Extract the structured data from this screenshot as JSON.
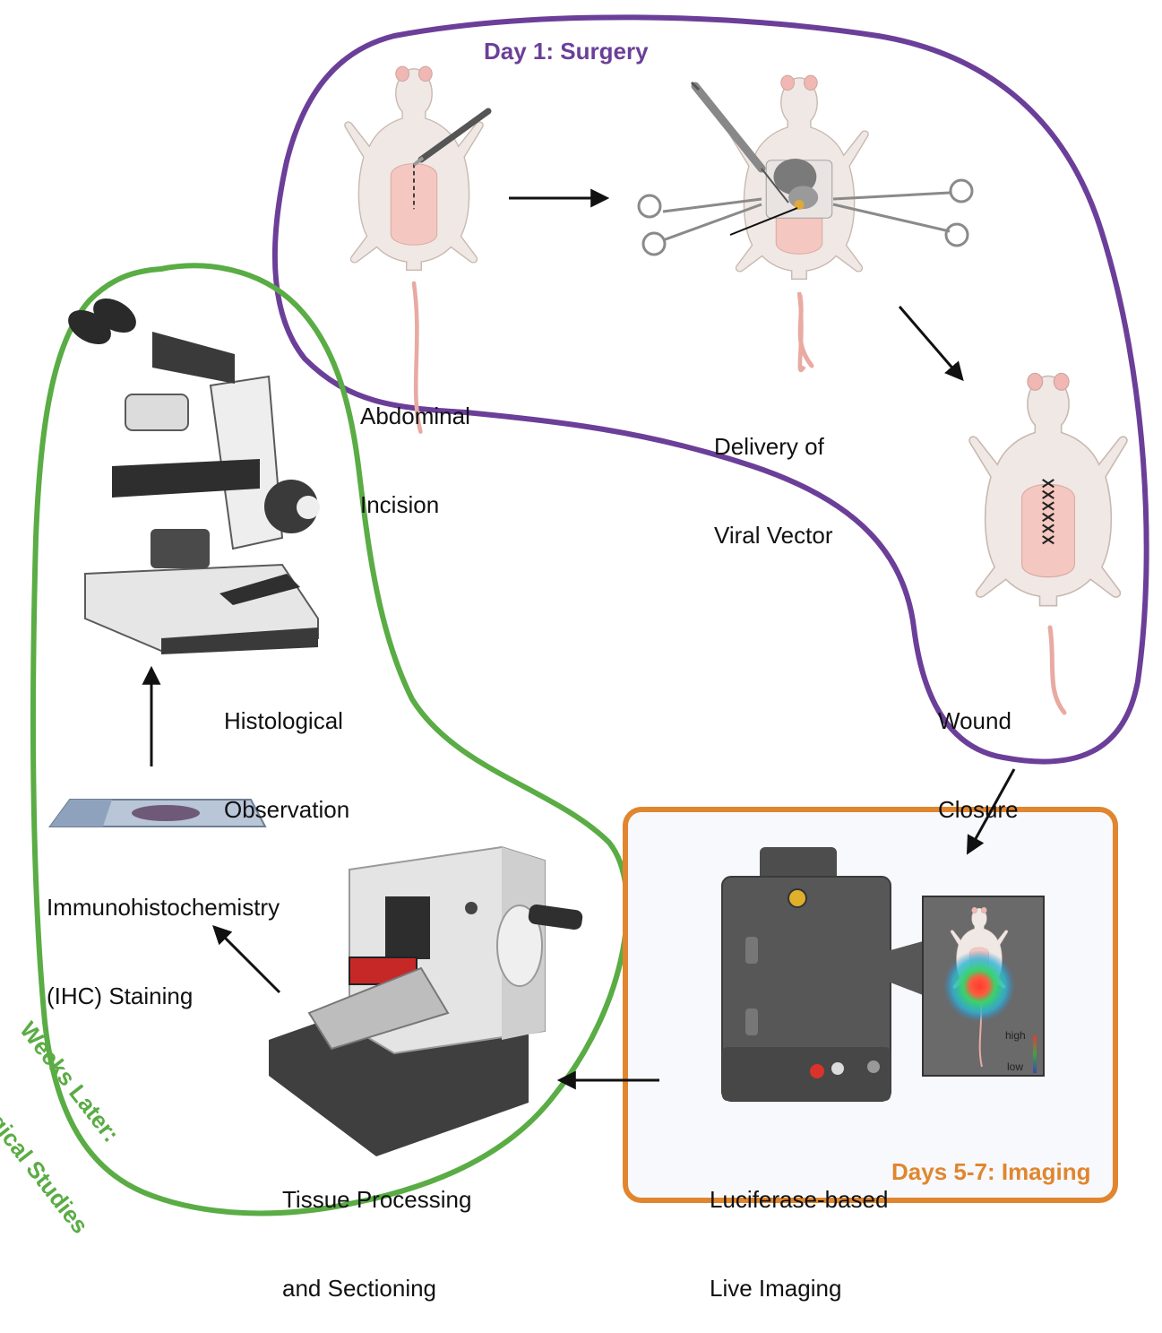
{
  "phases": {
    "surgery": {
      "title": "Day 1: Surgery",
      "color": "#6b3f99"
    },
    "imaging": {
      "title": "Days 5-7: Imaging",
      "color": "#e0862e"
    },
    "histology": {
      "title_line1": "Weeks Later:",
      "title_line2": "Histological Studies",
      "color": "#5aac44"
    }
  },
  "steps": {
    "abdominal_incision": {
      "line1": "Abdominal",
      "line2": "Incision"
    },
    "viral_delivery": {
      "line1": "Delivery of",
      "line2": "Viral Vector"
    },
    "wound_closure": {
      "line1": "Wound",
      "line2": "Closure"
    },
    "live_imaging": {
      "line1": "Luciferase-based",
      "line2": "Live Imaging"
    },
    "tissue_processing": {
      "line1": "Tissue Processing",
      "line2": "and Sectioning"
    },
    "ihc_staining": {
      "line1": "Immunohistochemistry",
      "line2": "(IHC) Staining"
    },
    "histological_observation": {
      "line1": "Histological",
      "line2": "Observation"
    }
  },
  "imaging_scale": {
    "high": "high",
    "low": "low"
  },
  "icons": [
    "mouse-icon",
    "scalpel-icon",
    "syringe-icon",
    "forceps-icon",
    "imaging-system-icon",
    "microtome-icon",
    "microscope-slide-icon",
    "microscope-icon"
  ]
}
